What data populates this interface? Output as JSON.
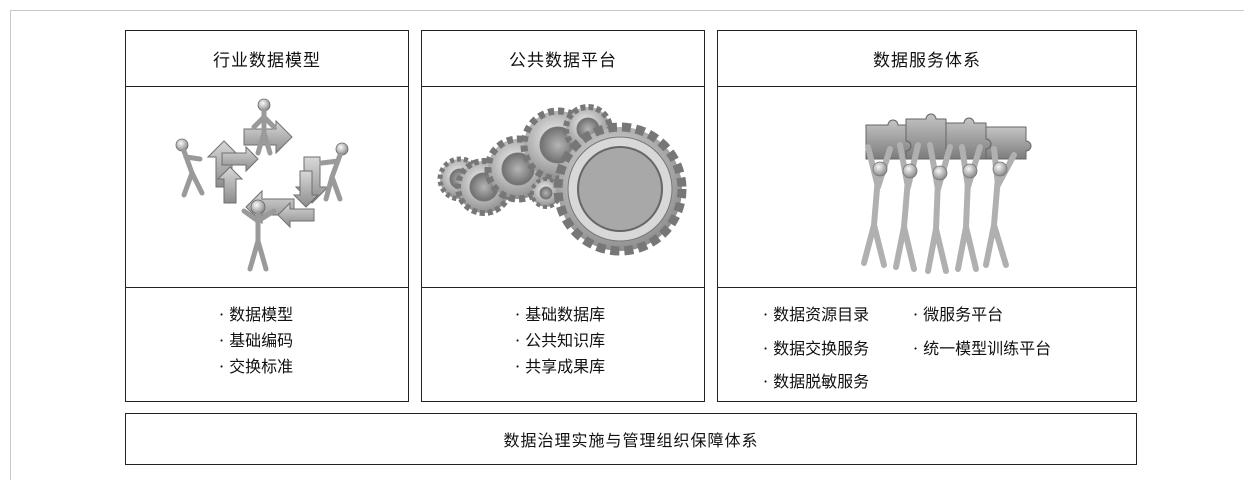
{
  "panels": [
    {
      "title": "行业数据模型",
      "items": [
        "· 数据模型",
        "· 基础编码",
        "· 交换标准"
      ]
    },
    {
      "title": "公共数据平台",
      "items": [
        "· 基础数据库",
        "· 公共知识库",
        "· 共享成果库"
      ]
    },
    {
      "title": "数据服务体系",
      "items": [
        "· 数据资源目录",
        "· 微服务平台",
        "· 数据交换服务",
        "· 统一模型训练平台",
        "· 数据脱敏服务"
      ]
    }
  ],
  "footer": {
    "label": "数据治理实施与管理组织保障体系"
  },
  "icons": {
    "panel_1": "people-arrows-cycle-icon",
    "panel_2": "gears-icon",
    "panel_3": "people-holding-puzzle-icon"
  }
}
